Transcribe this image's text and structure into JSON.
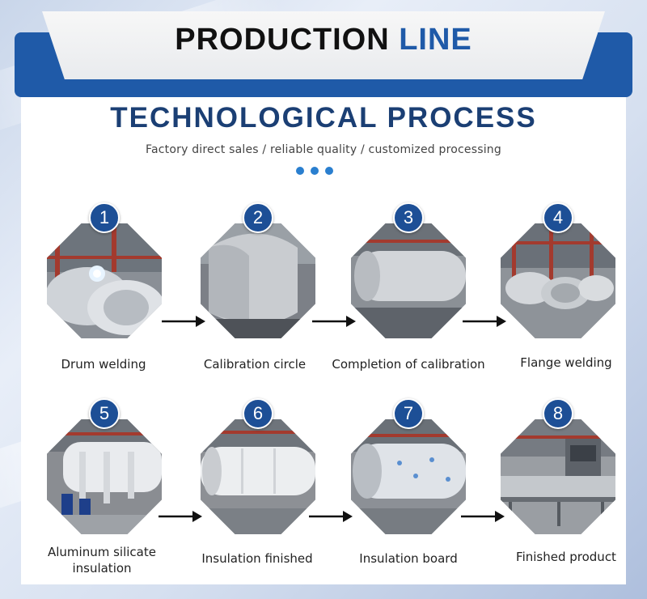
{
  "banner": {
    "title_main": "PRODUCTION ",
    "title_accent": "LINE"
  },
  "section": {
    "heading": "TECHNOLOGICAL PROCESS",
    "subtitle": "Factory direct sales / reliable quality / customized processing"
  },
  "colors": {
    "brand_blue": "#1f5aa8",
    "heading_navy": "#1b3f74",
    "dot_blue": "#2a7fcf"
  },
  "steps": [
    {
      "number": "1",
      "label": "Drum welding",
      "icon": "drum-welding-photo"
    },
    {
      "number": "2",
      "label": "Calibration circle",
      "icon": "calibration-circle-photo"
    },
    {
      "number": "3",
      "label": "Completion of calibration",
      "icon": "calibration-complete-photo"
    },
    {
      "number": "4",
      "label": "Flange welding",
      "icon": "flange-welding-photo"
    },
    {
      "number": "5",
      "label": "Aluminum silicate insulation",
      "icon": "aluminum-silicate-photo"
    },
    {
      "number": "6",
      "label": "Insulation finished",
      "icon": "insulation-finished-photo"
    },
    {
      "number": "7",
      "label": "Insulation board",
      "icon": "insulation-board-photo"
    },
    {
      "number": "8",
      "label": "Finished product",
      "icon": "finished-product-photo"
    }
  ]
}
